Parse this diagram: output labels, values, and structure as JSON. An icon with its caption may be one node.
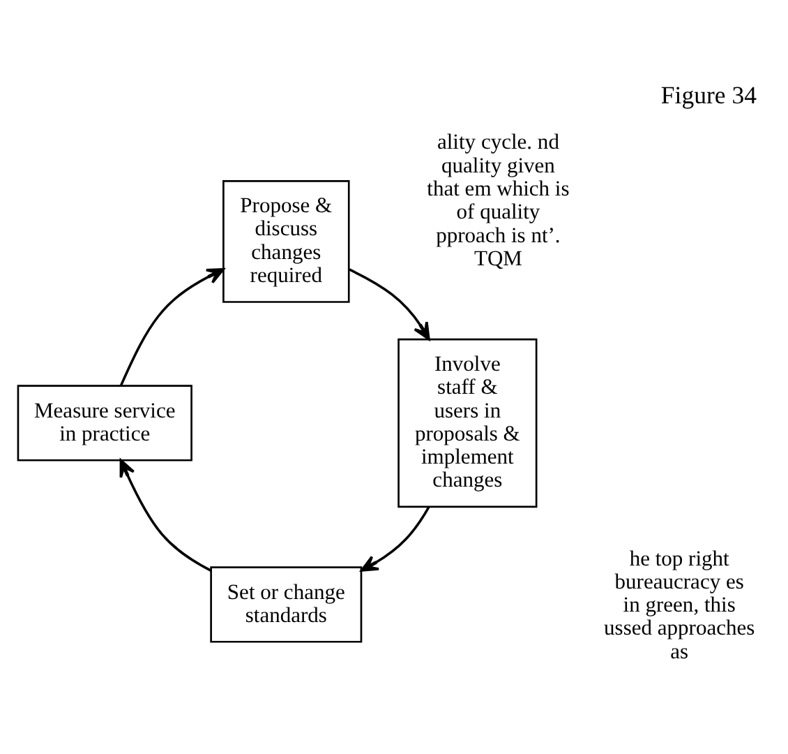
{
  "diagram": {
    "title": "Figure 34",
    "nodes": [
      {
        "text": [
          "Set or change standards"
        ]
      },
      {
        "text": [
          "Measure service in practice"
        ]
      },
      {
        "text": [
          "Propose & discuss changes required"
        ]
      },
      {
        "text": [
          "Involve staff & users in proposals & implement changes"
        ]
      }
    ],
    "edges": [
      {
        "from": 0,
        "to": 1,
        "arrow": "to"
      },
      {
        "from": 1,
        "to": 2,
        "arrow": "to"
      },
      {
        "from": 2,
        "to": 3,
        "arrow": "to"
      },
      {
        "from": 3,
        "to": 0,
        "arrow": "to"
      }
    ],
    "labels": [
      "ality cycle. nd quality given that em which is of quality pproach is nt’. TQM",
      "he top right bureaucracy es in green, this ussed approaches as"
    ]
  }
}
